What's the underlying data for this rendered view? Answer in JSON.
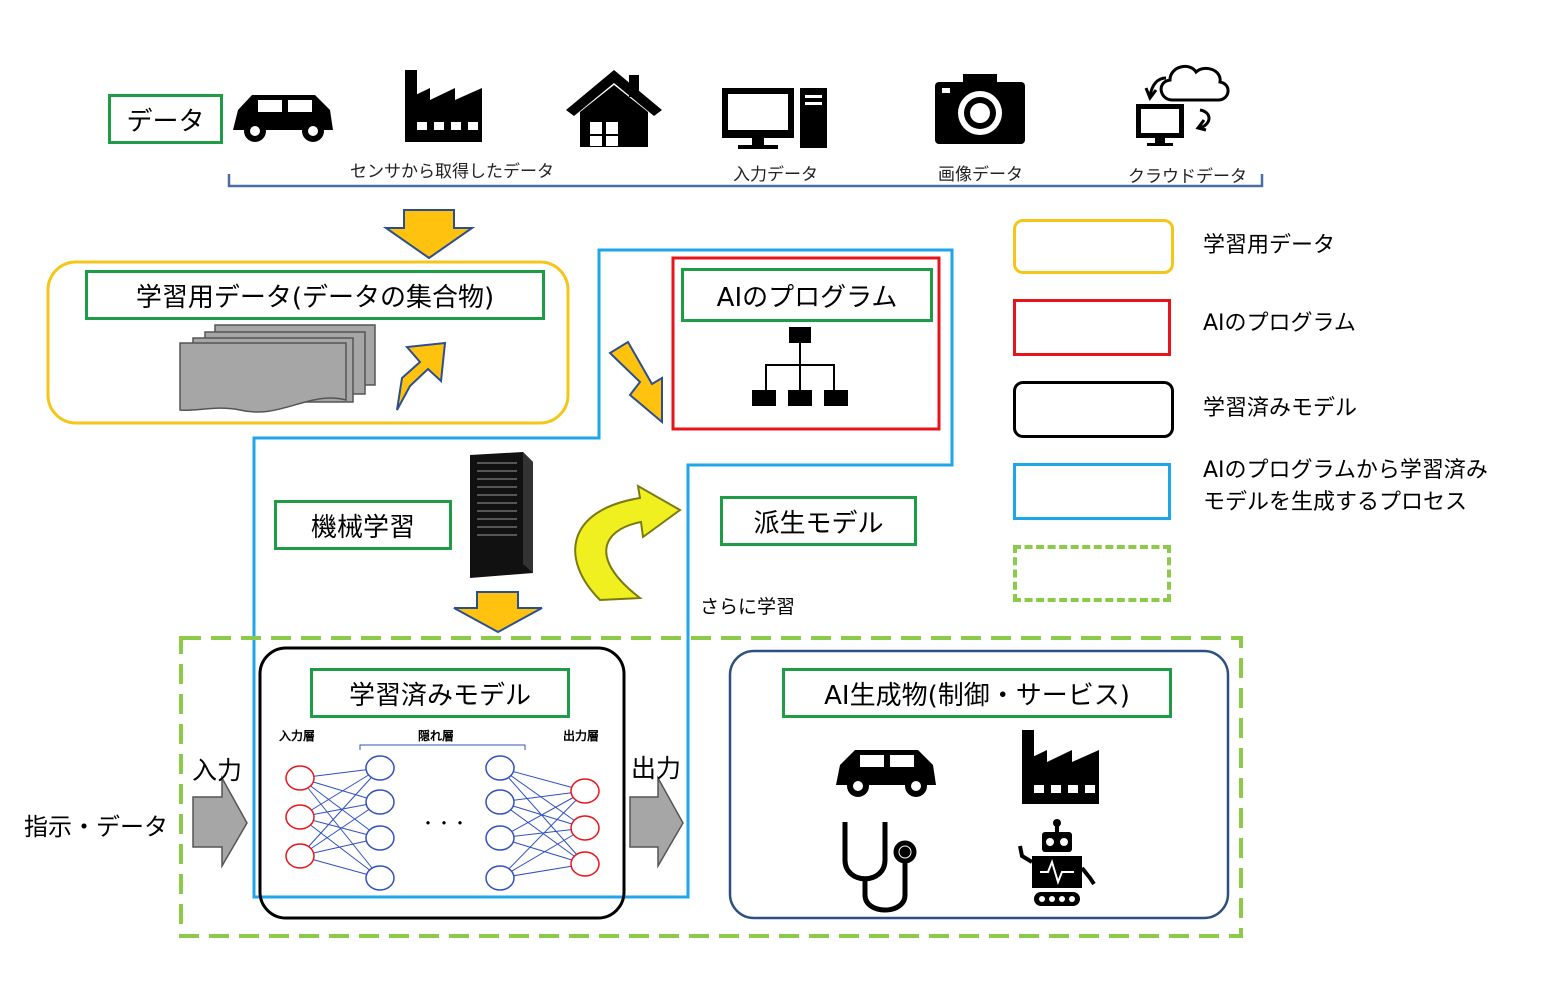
{
  "data_row": {
    "title": "データ",
    "labels": {
      "sensor": "センサから取得したデータ",
      "input": "入力データ",
      "image": "画像データ",
      "cloud": "クラウドデータ"
    },
    "icons": [
      "car-icon",
      "factory-icon",
      "house-icon",
      "computer-icon",
      "camera-icon",
      "cloud-computer-icon"
    ]
  },
  "training_data": {
    "title": "学習用データ(データの集合物)"
  },
  "ai_program": {
    "title": "AIのプログラム",
    "icon": "hierarchy-icon"
  },
  "machine_learning": {
    "title": "機械学習",
    "icon": "server-icon"
  },
  "derived_model": {
    "title": "派生モデル",
    "note": "さらに学習"
  },
  "trained_model": {
    "title": "学習済みモデル",
    "input_layer": "入力層",
    "hidden_layer": "隠れ層",
    "output_layer": "出力層",
    "ellipsis": "・・・"
  },
  "io": {
    "input_label": "入力",
    "output_label": "出力",
    "instruction": "指示・データ"
  },
  "ai_products": {
    "title": "AI生成物(制御・サービス)",
    "icons": [
      "car-icon",
      "factory-icon",
      "stethoscope-icon",
      "robot-icon"
    ]
  },
  "legend": [
    {
      "text": "学習用データ",
      "color": "#f5c518"
    },
    {
      "text": "AIのプログラム",
      "color": "#e8141c"
    },
    {
      "text": "学習済みモデル",
      "color": "#000000"
    },
    {
      "text": "AIのプログラムから学習済み\nモデルを生成するプロセス",
      "color": "#1ea6e8"
    },
    {
      "text": "",
      "color": "#8ccb4a"
    }
  ],
  "colors": {
    "green_label": "#1e9c46",
    "orange": "#f5c518",
    "red": "#e8141c",
    "blue": "#1ea6e8",
    "lightgreen": "#8ccb4a",
    "navy": "#2e4f84",
    "arrow_fill": "#ffc20e",
    "arrow_stroke": "#2d4f8e"
  }
}
